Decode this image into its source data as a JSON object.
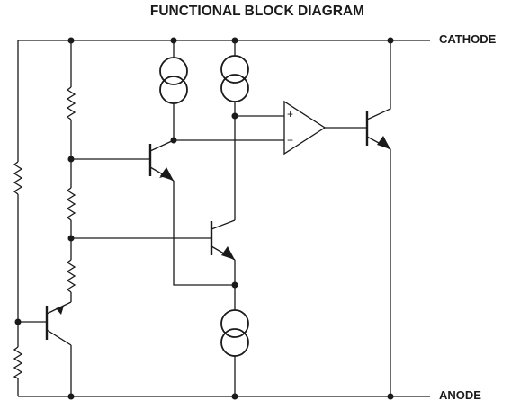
{
  "title": "FUNCTIONAL BLOCK DIAGRAM",
  "pins": {
    "cathode": "CATHODE",
    "anode": "ANODE"
  },
  "opamp": {
    "plus": "+",
    "minus": "−"
  }
}
